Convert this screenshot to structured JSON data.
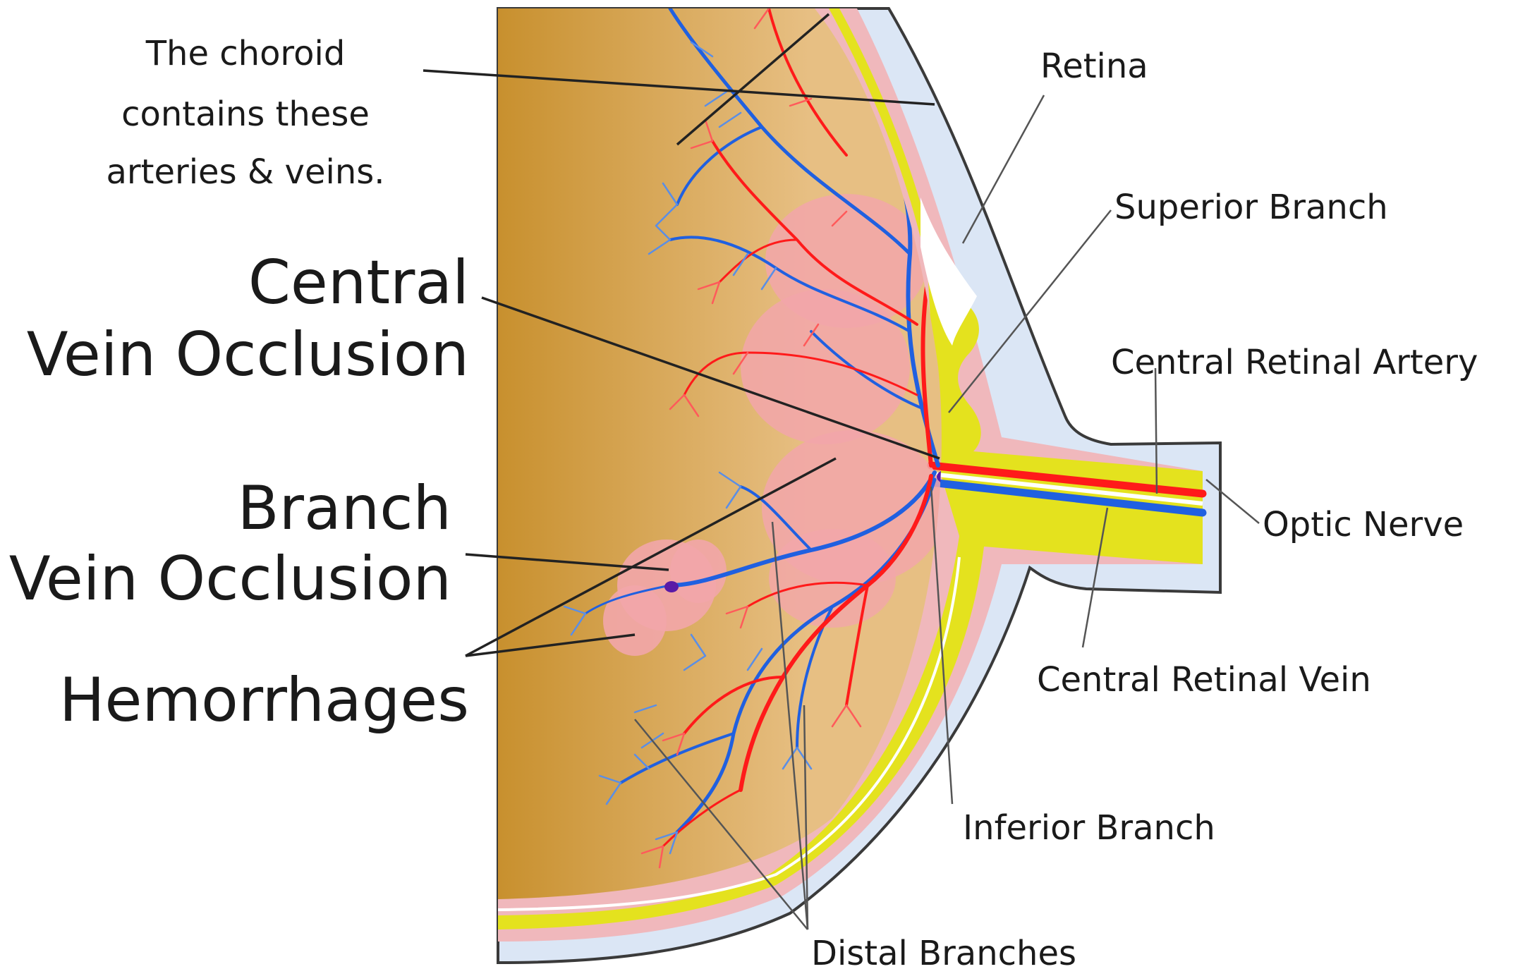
{
  "labels": {
    "choroid_line1": "The choroid",
    "choroid_line2": "contains these",
    "choroid_line3": "arteries & veins.",
    "retina": "Retina",
    "superior_branch": "Superior Branch",
    "central_line1": "Central",
    "central_line2": "Vein Occlusion",
    "central_retinal_artery": "Central Retinal Artery",
    "optic_nerve": "Optic Nerve",
    "branch_line1": "Branch",
    "branch_line2": "Vein Occlusion",
    "hemorrhages": "Hemorrhages",
    "central_retinal_vein": "Central Retinal Vein",
    "inferior_branch": "Inferior Branch",
    "distal_branches": "Distal Branches"
  },
  "colors": {
    "sclera": "#dbe6f5",
    "retina_pink": "#f0b8bc",
    "nerve_yellow": "#e4e21e",
    "fundus_light": "#e7bf83",
    "fundus_dark": "#c8902e",
    "artery": "#ff1a1a",
    "vein": "#2060e0",
    "hemorrhage": "#f2a6aa",
    "occlusion": "#5a1aa6"
  }
}
